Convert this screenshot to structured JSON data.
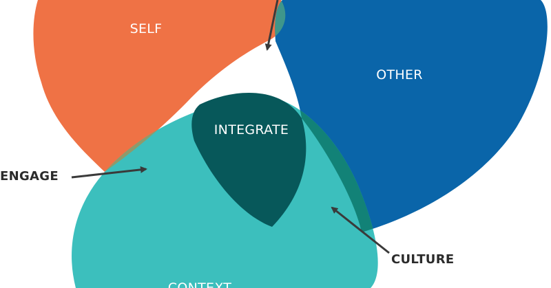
{
  "diagram": {
    "circles": {
      "self": {
        "label": "SELF",
        "color": "#ef7245"
      },
      "other": {
        "label": "OTHER",
        "color": "#0a65a9"
      },
      "context": {
        "label": "CONTEXT",
        "color": "#3cbfbd"
      }
    },
    "overlaps": {
      "self_other": {
        "color": "#3f968b"
      },
      "self_context": {
        "color": "#8f9a6b"
      },
      "other_context": {
        "color": "#128277"
      },
      "center": {
        "label": "INTEGRATE",
        "color": "#07585a"
      }
    },
    "callouts": {
      "engage": {
        "label": "ENGAGE"
      },
      "culture": {
        "label": "CULTURE"
      }
    },
    "text_color": "#2b2b2b",
    "arrow_color": "#3a3a3a"
  }
}
